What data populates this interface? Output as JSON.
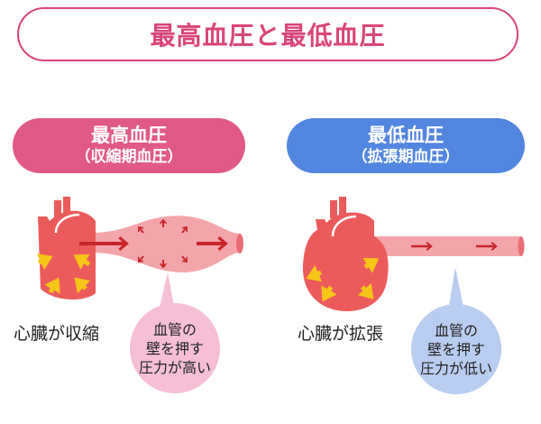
{
  "title": "最高血圧と最低血圧",
  "left": {
    "heading": "最高血圧",
    "subheading": "（収縮期血圧）",
    "caption": "心臓が収縮",
    "bubble": [
      "血管の",
      "壁を押す",
      "圧力が高い"
    ]
  },
  "right": {
    "heading": "最低血圧",
    "subheading": "（拡張期血圧）",
    "caption": "心臓が拡張",
    "bubble": [
      "血管の",
      "壁を押す",
      "圧力が低い"
    ]
  },
  "colors": {
    "title": "#d9457a",
    "left_accent": "#e15988",
    "right_accent": "#5386e0",
    "heart": "#ec5b5b",
    "vessel": "#f4a5aa",
    "arrow": "#c8262c",
    "force_arrow": "#f5c518"
  }
}
